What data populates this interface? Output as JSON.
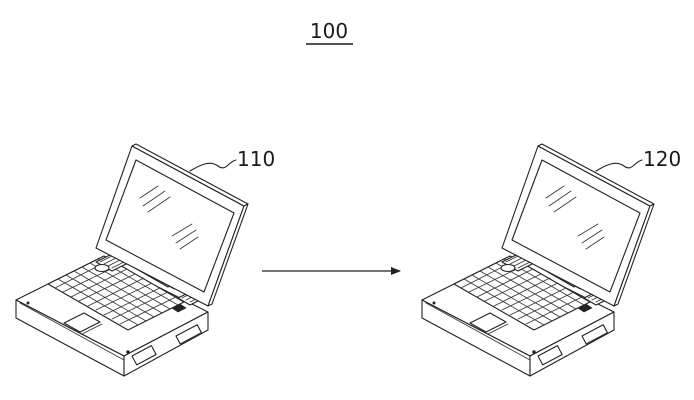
{
  "figure": {
    "system_label": "100",
    "devices": [
      {
        "label": "110",
        "icon": "laptop-icon"
      },
      {
        "label": "120",
        "icon": "laptop-icon"
      }
    ],
    "connector_icon": "arrow-right-icon"
  }
}
